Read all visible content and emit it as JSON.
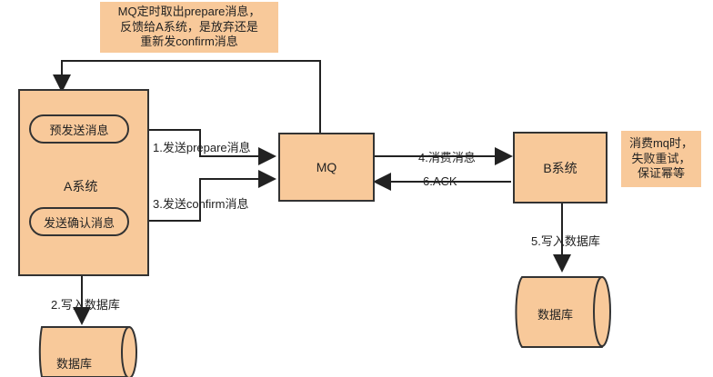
{
  "note_top": [
    "MQ定时取出prepare消息，",
    "反馈给A系统，是放弃还是",
    "重新发confirm消息"
  ],
  "note_right": [
    "消费mq时，",
    "失败重试，",
    "保证幂等"
  ],
  "system_a": {
    "label": "A系统",
    "pill_1": "预发送消息",
    "pill_2": "发送确认消息"
  },
  "mq": {
    "label": "MQ"
  },
  "system_b": {
    "label": "B系统"
  },
  "arrows": {
    "a1": "1.发送prepare消息",
    "a2": "2.写入数据库",
    "a3": "3.发送confirm消息",
    "a4": "4.消费消息",
    "a5": "5.写入数据库",
    "a6": "6.ACK"
  },
  "db_left": "数据库",
  "db_right": "数据库"
}
